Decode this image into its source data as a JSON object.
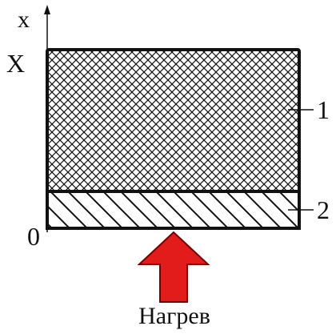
{
  "axis": {
    "name": "x",
    "top_label": "X",
    "origin_label": "0"
  },
  "layers": [
    {
      "id": 1,
      "label": "1",
      "pattern": "crosshatch"
    },
    {
      "id": 2,
      "label": "2",
      "pattern": "diagonal-hatch"
    }
  ],
  "heating": {
    "label": "Нагрев",
    "arrow_color": "#e21b1b"
  },
  "colors": {
    "stroke": "#111111",
    "background": "#ffffff"
  }
}
